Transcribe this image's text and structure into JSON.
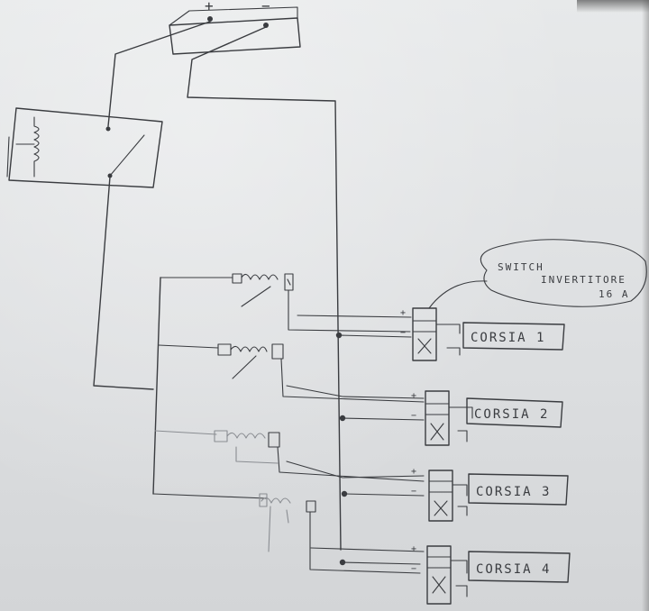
{
  "battery": {
    "plus": "+",
    "minus": "−"
  },
  "callout": {
    "line1": "SWITCH",
    "line2": "INVERTITORE",
    "line3": "16 A"
  },
  "switches": [
    {
      "plus": "+",
      "minus": "−",
      "lane": "CORSIA 1"
    },
    {
      "plus": "+",
      "minus": "−",
      "lane": "CORSIA 2"
    },
    {
      "plus": "+",
      "minus": "−",
      "lane": "CORSIA 3"
    },
    {
      "plus": "+",
      "minus": "−",
      "lane": "CORSIA 4"
    }
  ],
  "colors": {
    "ink": "#3a3c40",
    "paper": "#e2e4e5"
  }
}
